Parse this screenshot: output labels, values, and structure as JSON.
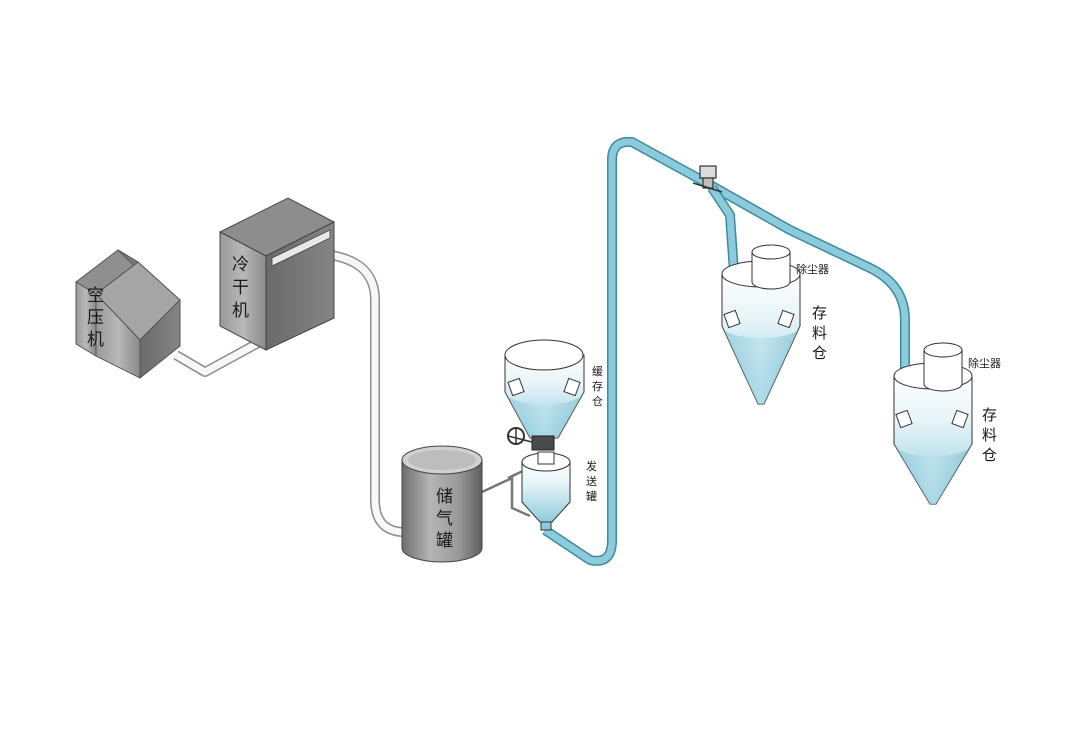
{
  "labels": {
    "air_compressor": [
      "空",
      "压",
      "机"
    ],
    "dryer": [
      "冷",
      "干",
      "机"
    ],
    "air_tank": [
      "储",
      "气",
      "罐"
    ],
    "buffer_bin": [
      "缓",
      "存",
      "仓"
    ],
    "send_tank": [
      "发",
      "送",
      "罐"
    ],
    "dust_collector_1": "除尘器",
    "storage_bin_1": [
      "存",
      "料",
      "仓"
    ],
    "dust_collector_2": "除尘器",
    "storage_bin_2": [
      "存",
      "料",
      "仓"
    ]
  },
  "colors": {
    "pipe_blue": "#7fc3d3",
    "pipe_blue_dark": "#3d8aa0",
    "pipe_white": "#f4f4f4",
    "steel_dark": "#6f6f6f",
    "steel_light": "#b9b9b9",
    "tank_blue": "#a7d9e6",
    "tank_blue_light": "#e8f6fa"
  }
}
